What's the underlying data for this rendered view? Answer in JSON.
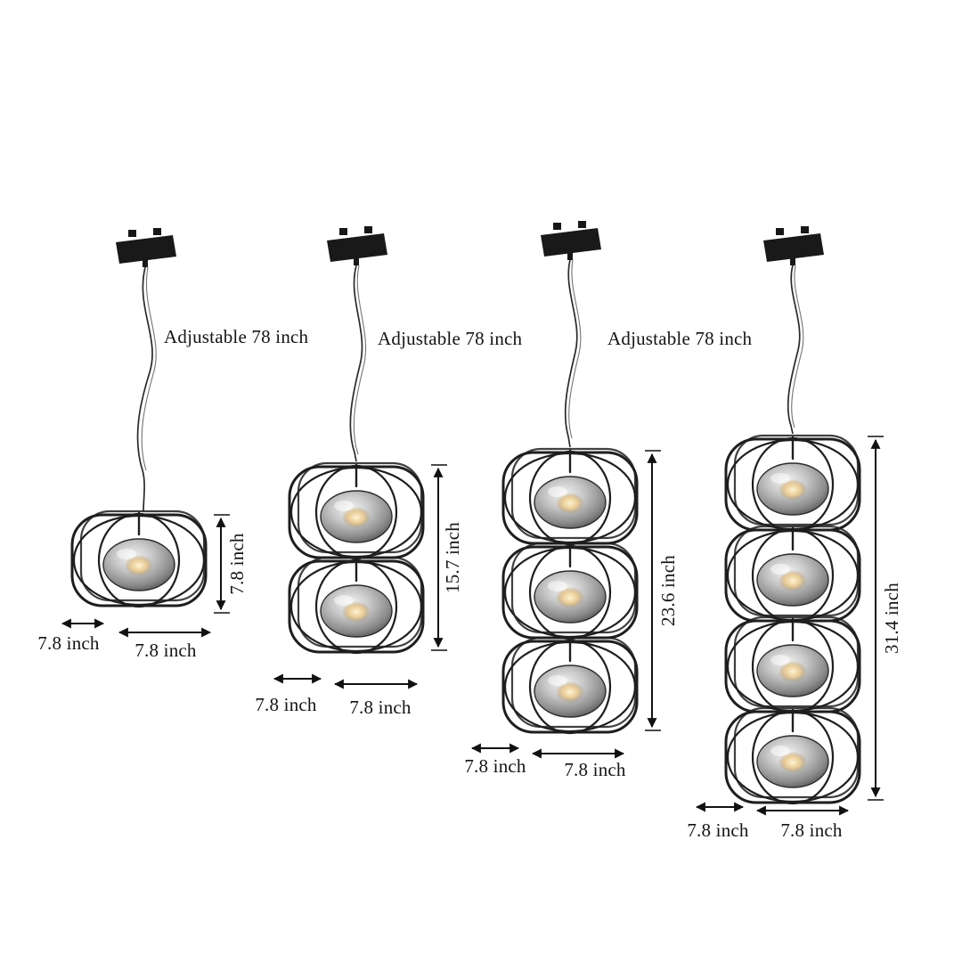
{
  "colors": {
    "ink": "#111111",
    "background": "#ffffff",
    "cage_wire": "#1e1e1e"
  },
  "fixtures": [
    {
      "name": "1-tier pendant",
      "tiers": 1,
      "cable_label": "Adjustable 78 inch",
      "height_label": "7.8 inch",
      "depth_label": "7.8 inch",
      "width_label": "7.8 inch"
    },
    {
      "name": "2-tier pendant",
      "tiers": 2,
      "cable_label": "Adjustable 78 inch",
      "height_label": "15.7 inch",
      "depth_label": "7.8 inch",
      "width_label": "7.8 inch"
    },
    {
      "name": "3-tier pendant",
      "tiers": 3,
      "cable_label": "Adjustable 78 inch",
      "height_label": "23.6 inch",
      "depth_label": "7.8 inch",
      "width_label": "7.8 inch"
    },
    {
      "name": "4-tier pendant",
      "tiers": 4,
      "height_label": "31.4 inch",
      "depth_label": "7.8 inch",
      "width_label": "7.8 inch"
    }
  ]
}
